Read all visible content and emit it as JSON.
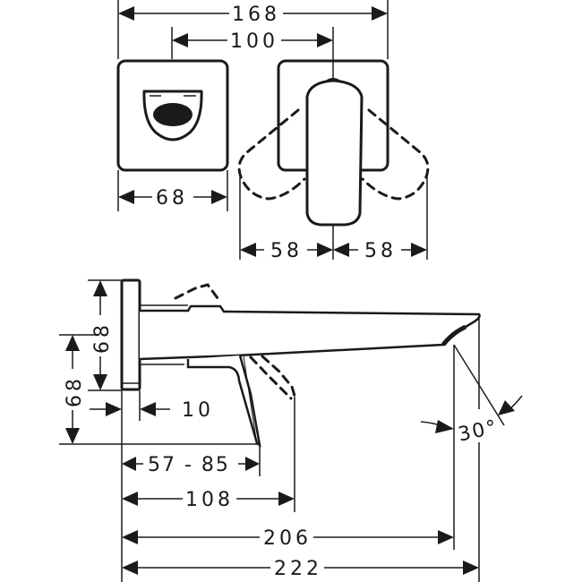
{
  "drawing": {
    "subject": "Wall-mounted single lever basin mixer",
    "views": [
      "front view",
      "side view"
    ],
    "colors": {
      "line": "#1a1a1a",
      "background": "#ffffff"
    }
  },
  "front_view": {
    "dimensions": {
      "overall_width": "168",
      "center_distance": "100",
      "plate_width": "68",
      "lever_swing_left": "58",
      "lever_swing_right": "58"
    }
  },
  "side_view": {
    "dimensions": {
      "plate_height": "68",
      "spout_height": "68",
      "plate_depth": "10",
      "wall_adjust_range": "57 - 85",
      "lever_projection": "108",
      "spout_outlet": "206",
      "overall_projection": "222",
      "spray_angle": "30°"
    }
  }
}
